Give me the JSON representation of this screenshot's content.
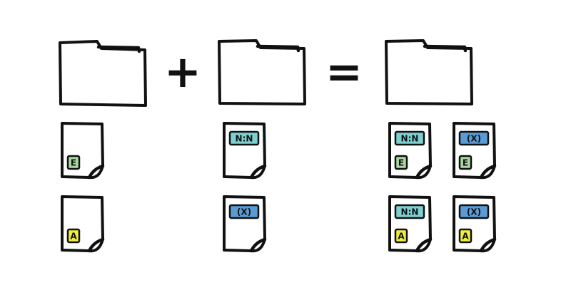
{
  "operator_plus": "+",
  "operator_equals": "=",
  "colors": {
    "ink": "#111111",
    "badge_e": "#a8d8a0",
    "badge_a": "#f0f03a",
    "badge_nn": "#7ecfd0",
    "badge_x": "#5b9bd5"
  },
  "left_group": {
    "folder_icon": "folder-icon",
    "documents": [
      {
        "badges": [
          {
            "text": "E",
            "kind": "e"
          }
        ]
      },
      {
        "badges": [
          {
            "text": "A",
            "kind": "a"
          }
        ]
      }
    ]
  },
  "middle_group": {
    "folder_icon": "folder-icon",
    "documents": [
      {
        "badges": [
          {
            "text": "N:N",
            "kind": "nn"
          }
        ]
      },
      {
        "badges": [
          {
            "text": "(X)",
            "kind": "x"
          }
        ]
      }
    ]
  },
  "right_group": {
    "folder_icon": "folder-icon",
    "documents": [
      {
        "badges": [
          {
            "text": "N:N",
            "kind": "nn"
          },
          {
            "text": "E",
            "kind": "e"
          }
        ]
      },
      {
        "badges": [
          {
            "text": "(X)",
            "kind": "x"
          },
          {
            "text": "E",
            "kind": "e"
          }
        ]
      },
      {
        "badges": [
          {
            "text": "N:N",
            "kind": "nn"
          },
          {
            "text": "A",
            "kind": "a"
          }
        ]
      },
      {
        "badges": [
          {
            "text": "(X)",
            "kind": "x"
          },
          {
            "text": "A",
            "kind": "a"
          }
        ]
      }
    ]
  }
}
